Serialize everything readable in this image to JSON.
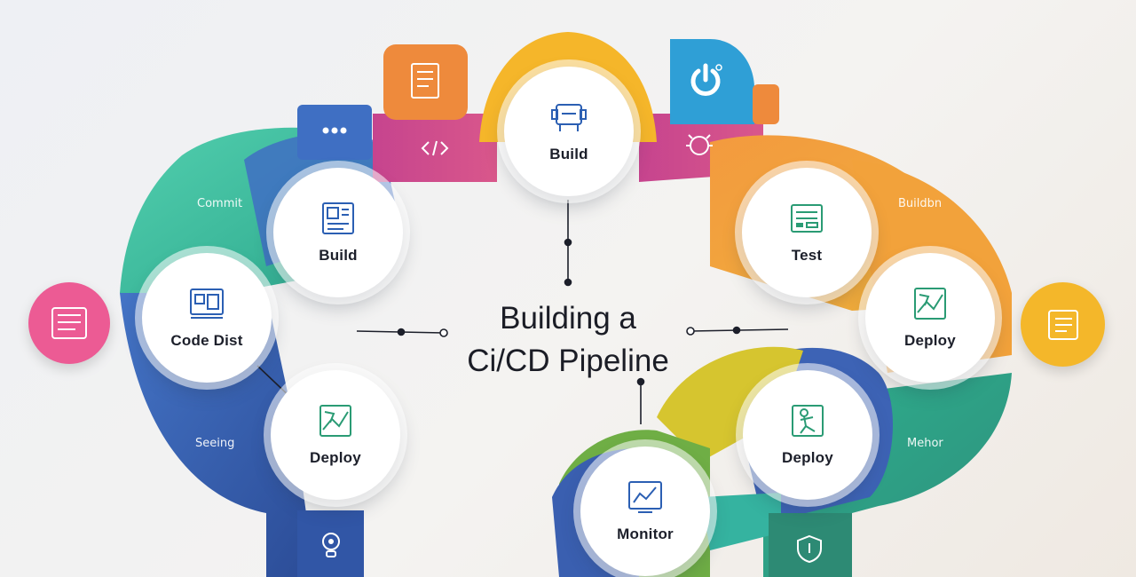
{
  "title": {
    "line1": "Building a",
    "line2": "Ci/CD Pipeline"
  },
  "side_labels": {
    "commit": "Commit",
    "build_right": "Buildbn",
    "seeing": "Seeing",
    "monitor_right": "Mehor"
  },
  "nodes": [
    {
      "label": "Build",
      "icon": "server-blueprint-icon"
    },
    {
      "label": "Build",
      "icon": "build-window-icon"
    },
    {
      "label": "Code Dist",
      "icon": "code-dist-icon"
    },
    {
      "label": "Deploy",
      "icon": "deploy-map-icon"
    },
    {
      "label": "Test",
      "icon": "test-panel-icon"
    },
    {
      "label": "Deploy",
      "icon": "deploy-map-icon"
    },
    {
      "label": "Deploy",
      "icon": "deploy-figure-icon"
    },
    {
      "label": "Monitor",
      "icon": "monitor-chart-icon"
    }
  ],
  "tile_icons": [
    "document-icon",
    "power-icon",
    "dots-icon",
    "code-tag-icon",
    "bug-icon",
    "checklist-icon",
    "list-doc-icon",
    "bulb-icon",
    "shield-icon"
  ],
  "colors": {
    "magenta": "#cf4a8f",
    "orange": "#ee8a3c",
    "yellow": "#f4b72a",
    "teal": "#3cc0a0",
    "green": "#47b06a",
    "blue": "#3d63b5",
    "darkblue": "#2e4f9c",
    "cyan": "#2f9fd6",
    "pink": "#ec5b94"
  }
}
